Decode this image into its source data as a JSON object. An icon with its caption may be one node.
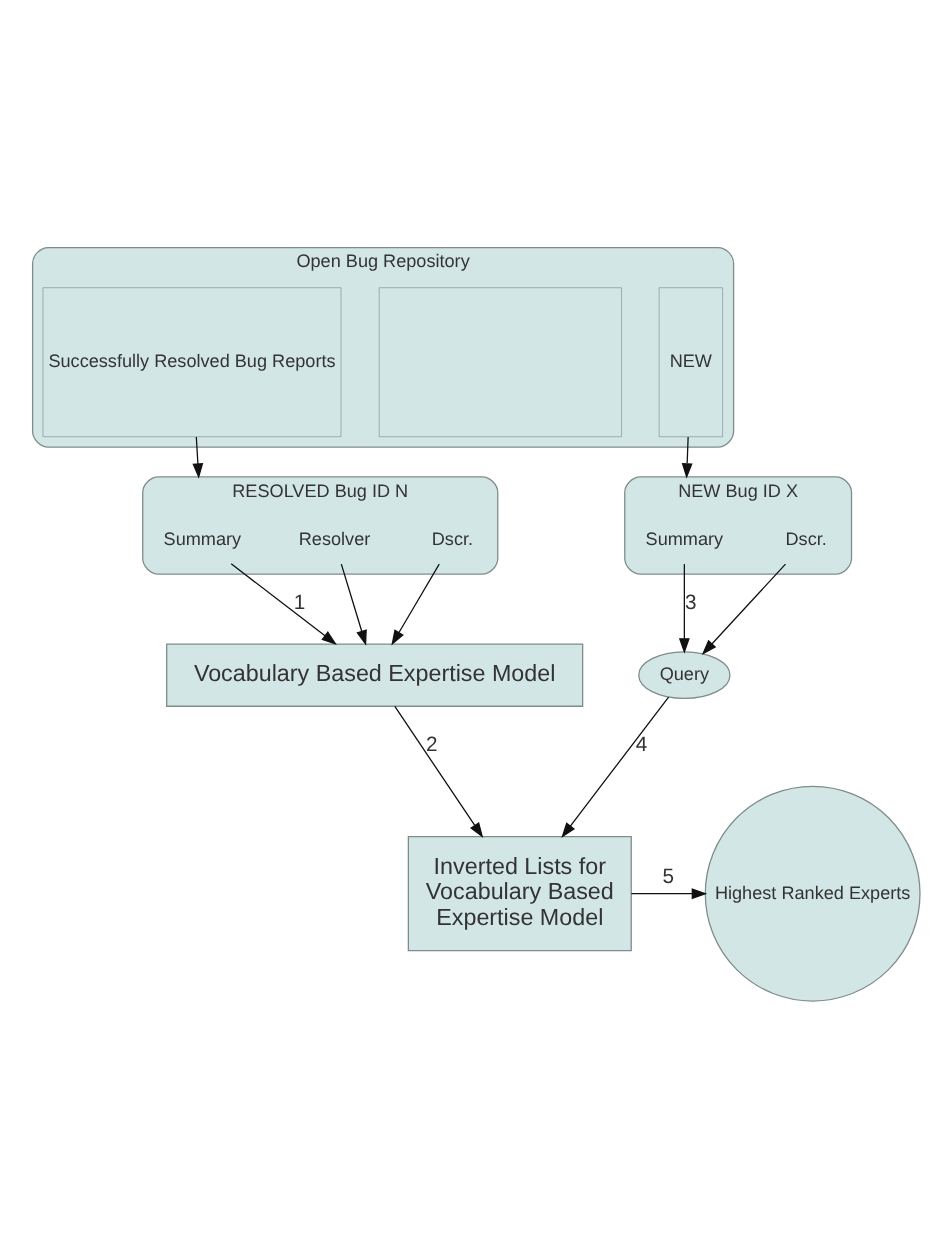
{
  "diagram": {
    "nodes": [
      {
        "text": [
          "Open Bug Repository"
        ]
      },
      {
        "text": [
          "Successfully Resolved Bug Reports"
        ],
        "in": 0
      },
      {
        "text": [],
        "shape": "box",
        "in": 0
      },
      {
        "text": [
          "NEW"
        ],
        "in": 0
      },
      {
        "text": [
          "RESOLVED Bug ID N"
        ]
      },
      {
        "text": [
          "Summary"
        ],
        "in": 4
      },
      {
        "text": [
          "Resolver"
        ],
        "in": 4
      },
      {
        "text": [
          "Dscr."
        ],
        "in": 4
      },
      {
        "text": [
          "NEW Bug ID X"
        ]
      },
      {
        "text": [
          "Summary"
        ],
        "in": 8
      },
      {
        "text": [
          "Dscr."
        ],
        "in": 8
      },
      {
        "text": [
          "Query"
        ]
      },
      {
        "text": [
          "Vocabulary Based Expertise Model"
        ]
      },
      {
        "text": [
          "Inverted Lists for Vocabulary Based Expertise Model"
        ]
      },
      {
        "text": [
          "Highest Ranked Experts"
        ]
      }
    ],
    "edges": [
      {
        "from": 1,
        "to": 4,
        "arrow": "to"
      },
      {
        "from": 3,
        "to": 8,
        "arrow": "to"
      },
      {
        "from": 5,
        "to": 12,
        "arrow": "to",
        "label": "1"
      },
      {
        "from": 6,
        "to": 12,
        "arrow": "to"
      },
      {
        "from": 7,
        "to": 12,
        "arrow": "to"
      },
      {
        "from": 9,
        "to": 11,
        "arrow": "to",
        "label": "3"
      },
      {
        "from": 10,
        "to": 11,
        "arrow": "to"
      },
      {
        "from": 12,
        "to": 13,
        "arrow": "to",
        "label": "2"
      },
      {
        "from": 11,
        "to": 13,
        "arrow": "to",
        "label": "4"
      },
      {
        "from": 13,
        "to": 14,
        "arrow": "to",
        "label": "5"
      }
    ]
  }
}
